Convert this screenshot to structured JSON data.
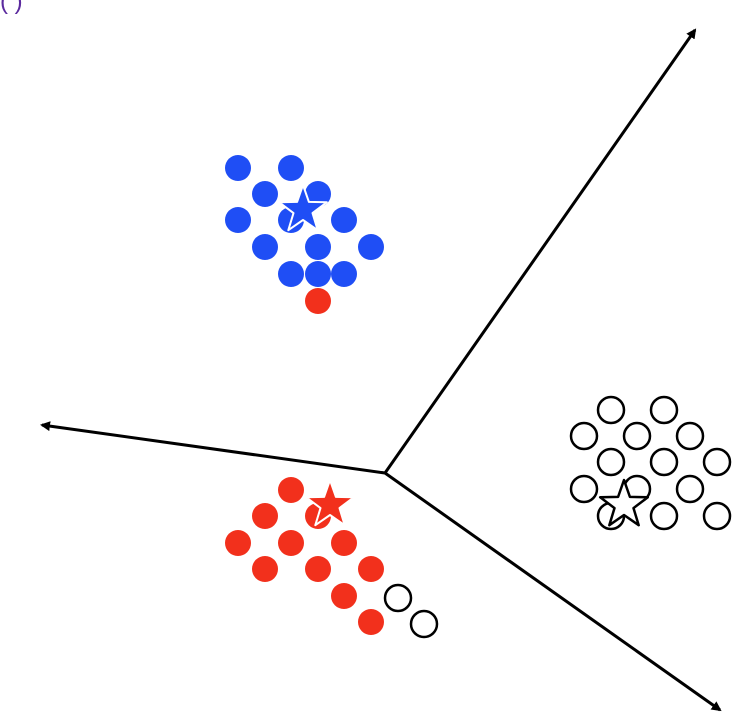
{
  "caption_fragment": "(                                 )",
  "colors": {
    "blue": "#1f4ef5",
    "red": "#f2301c",
    "hollow_stroke": "#000000",
    "axis": "#000000",
    "background": "#ffffff"
  },
  "legend": [],
  "clusters": [
    {
      "name": "blue-cluster",
      "fill": "blue",
      "centroid_marker": "star",
      "point_count": 13
    },
    {
      "name": "red-cluster",
      "fill": "red",
      "centroid_marker": "star",
      "point_count": 11
    },
    {
      "name": "hollow-cluster",
      "fill": "none",
      "centroid_marker": "star",
      "point_count": 14
    }
  ],
  "stray_points": [
    {
      "name": "red-stray",
      "fill": "red",
      "count": 1
    },
    {
      "name": "hollow-stray",
      "fill": "none",
      "count": 2
    }
  ],
  "axes": [
    {
      "name": "axis-up-right",
      "direction": "up-right"
    },
    {
      "name": "axis-left",
      "direction": "left"
    },
    {
      "name": "axis-down-right",
      "direction": "down-right"
    }
  ]
}
